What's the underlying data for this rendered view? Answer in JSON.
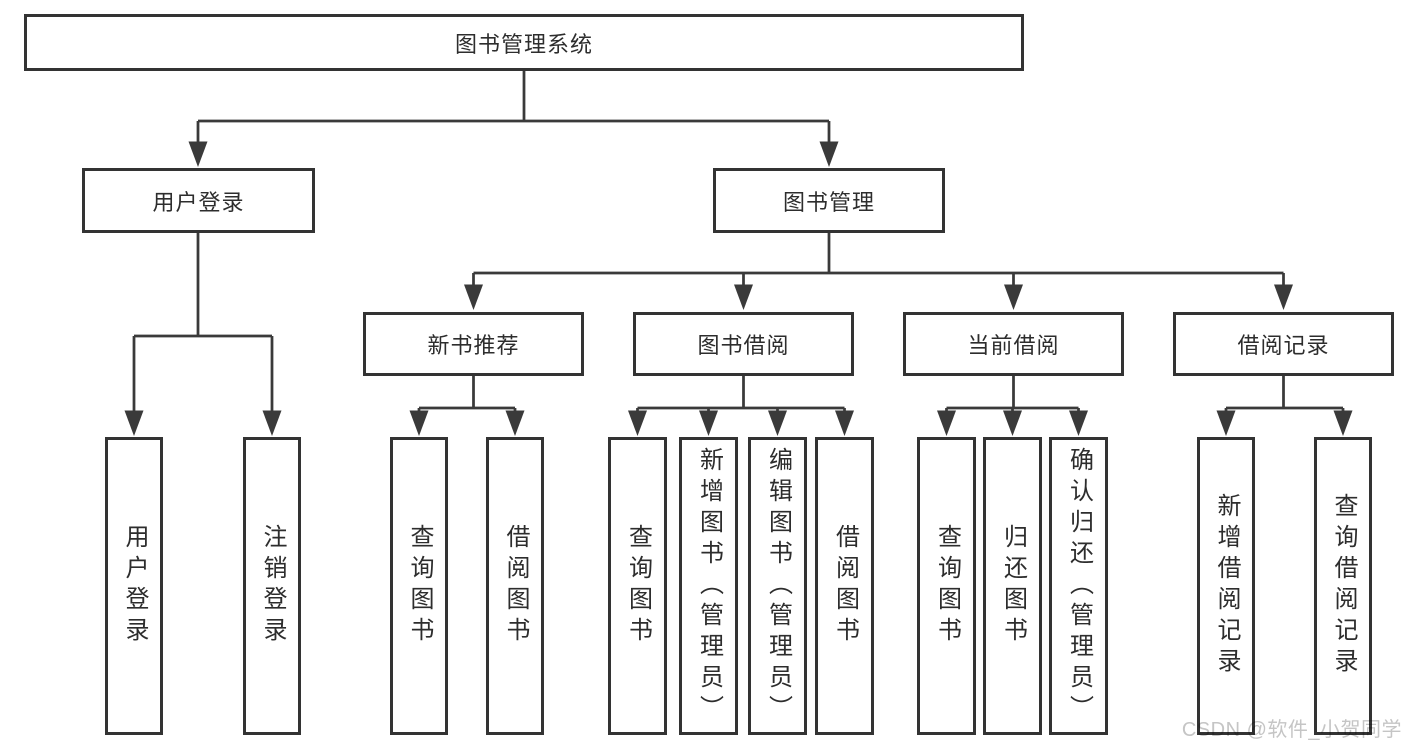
{
  "diagram": {
    "title": "图书管理系统",
    "branches": [
      {
        "label": "用户登录",
        "children": [
          {
            "label": "用户登录"
          },
          {
            "label": "注销登录"
          }
        ]
      },
      {
        "label": "图书管理",
        "children": [
          {
            "label": "新书推荐",
            "children": [
              {
                "label": "查询图书"
              },
              {
                "label": "借阅图书"
              }
            ]
          },
          {
            "label": "图书借阅",
            "children": [
              {
                "label": "查询图书"
              },
              {
                "label": "新增图书（管理员）"
              },
              {
                "label": "编辑图书（管理员）"
              },
              {
                "label": "借阅图书"
              }
            ]
          },
          {
            "label": "当前借阅",
            "children": [
              {
                "label": "查询图书"
              },
              {
                "label": "归还图书"
              },
              {
                "label": "确认归还（管理员）"
              }
            ]
          },
          {
            "label": "借阅记录",
            "children": [
              {
                "label": "新增借阅记录"
              },
              {
                "label": "查询借阅记录"
              }
            ]
          }
        ]
      }
    ]
  },
  "watermark": {
    "text": "CSDN @软件_小贺同学"
  },
  "colors": {
    "line": "#3a3a3a",
    "box_border": "#333333",
    "text": "#2d2d2d",
    "watermark": "#c5c5c5",
    "background": "#ffffff"
  }
}
